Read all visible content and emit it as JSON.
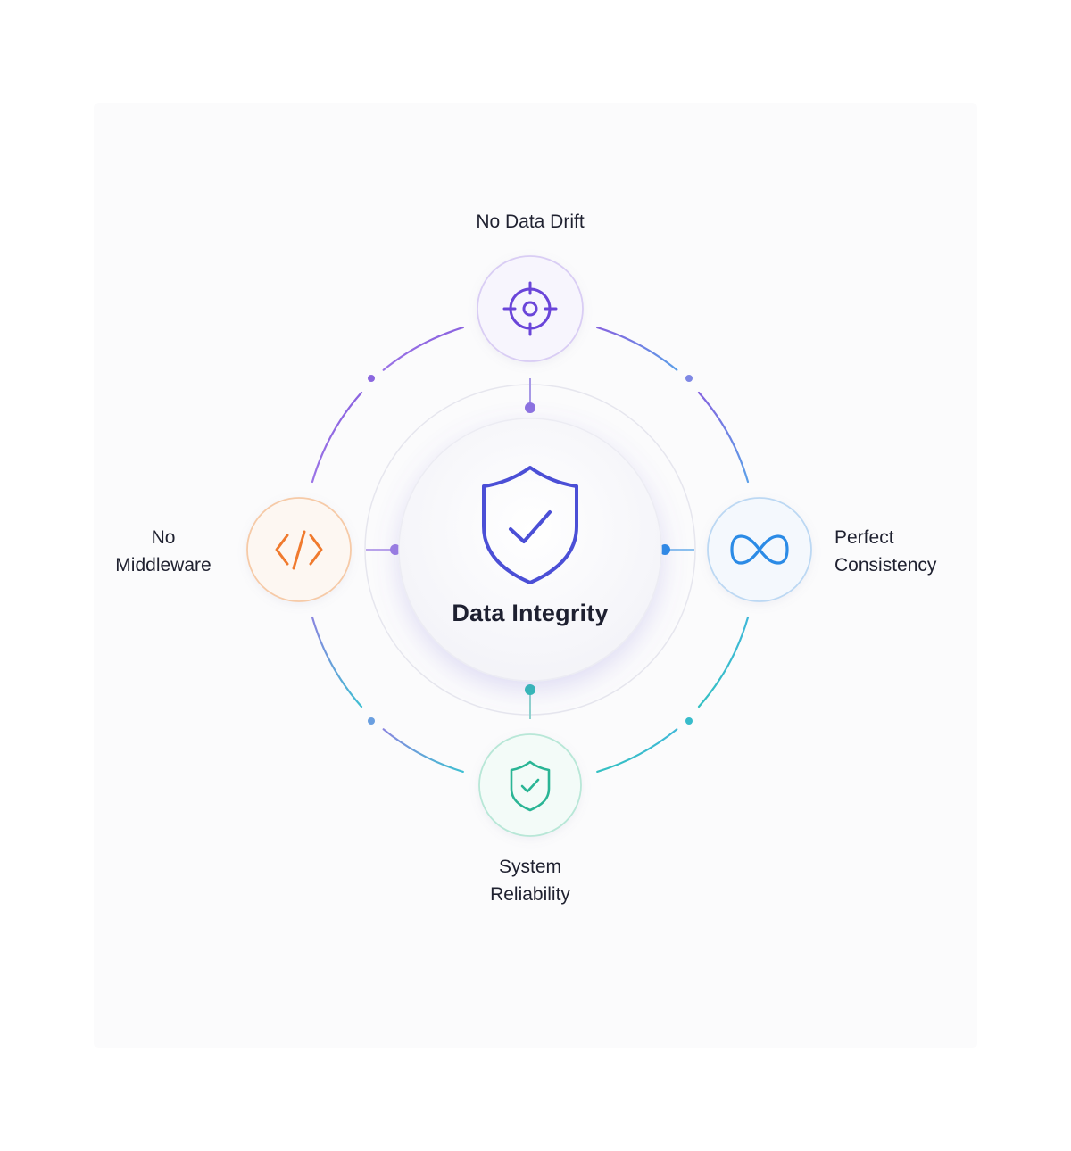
{
  "center": {
    "title": "Data Integrity",
    "icon": "shield-check-icon",
    "color": "#4b4fd6"
  },
  "nodes": [
    {
      "id": "top",
      "lines": [
        "No Data Drift"
      ],
      "icon": "target-icon",
      "color": "#6a45d9"
    },
    {
      "id": "left",
      "lines": [
        "No",
        "Middleware"
      ],
      "icon": "code-icon",
      "color": "#f07a2e"
    },
    {
      "id": "right",
      "lines": [
        "Perfect",
        "Consistency"
      ],
      "icon": "infinity-icon",
      "color": "#2b8be6"
    },
    {
      "id": "bottom",
      "lines": [
        "System",
        "Reliability"
      ],
      "icon": "shield-check-icon",
      "color": "#2ab595"
    }
  ]
}
